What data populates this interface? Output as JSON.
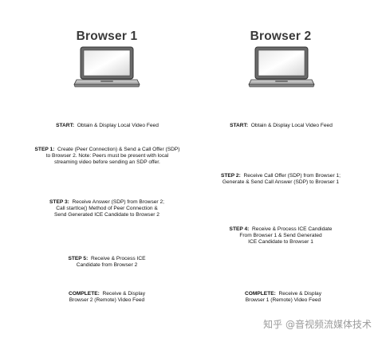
{
  "browser1": {
    "title": "Browser 1",
    "steps": [
      {
        "label": "START:",
        "lines": [
          "Obtain & Display Local Video Feed"
        ]
      },
      {
        "label": "STEP 1:",
        "lines": [
          "Create (Peer Connection) & Send a Call Offer (SDP)",
          "to Browser 2. Note: Peers must be present with local",
          "streaming video before sending an SDP offer."
        ]
      },
      {
        "label": "STEP 3:",
        "lines": [
          "Receive Answer (SDP) from Browser 2;",
          "Call startIce() Method of Peer Connection &",
          "Send Generated ICE Candidate to Browser 2"
        ]
      },
      {
        "label": "STEP 5:",
        "lines": [
          "Receive & Process ICE",
          "Candidate from Browser 2"
        ]
      },
      {
        "label": "COMPLETE:",
        "lines": [
          "Receive & Display",
          "Browser 2 (Remote) Video Feed"
        ]
      }
    ]
  },
  "browser2": {
    "title": "Browser 2",
    "steps": [
      {
        "label": "START:",
        "lines": [
          "Obtain & Display Local Video Feed"
        ]
      },
      {
        "label": "STEP 2:",
        "lines": [
          "Receive Call Offer (SDP) from Browser 1;",
          "Generate & Send Call Answer (SDP) to Browser 1"
        ]
      },
      {
        "label": "STEP 4:",
        "lines": [
          "Receive & Process ICE Candidate",
          "From Browser 1 & Send Generated",
          "ICE Candidate to Browser 1"
        ]
      },
      {
        "label": "COMPLETE:",
        "lines": [
          "Receive & Display",
          "Browser 1 (Remote) Video Feed"
        ]
      }
    ]
  },
  "watermark": "知乎 @音视频流媒体技术"
}
